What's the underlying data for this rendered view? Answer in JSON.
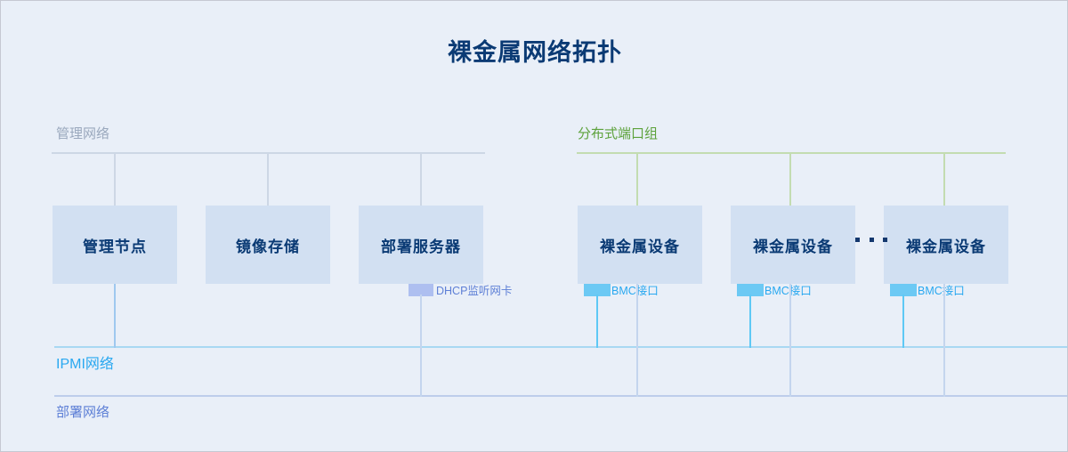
{
  "diagram": {
    "title": "裸金属网络拓扑",
    "zones": {
      "management": "管理网络",
      "distributed_port_group": "分布式端口组",
      "ipmi": "IPMI网络",
      "deployment": "部署网络"
    },
    "nodes": [
      {
        "label": "管理节点",
        "group": "management"
      },
      {
        "label": "镜像存储",
        "group": "management"
      },
      {
        "label": "部署服务器",
        "group": "management"
      },
      {
        "label": "裸金属设备",
        "group": "distributed_port_group"
      },
      {
        "label": "裸金属设备",
        "group": "distributed_port_group"
      },
      {
        "label": "裸金属设备",
        "group": "distributed_port_group"
      }
    ],
    "nics": [
      {
        "label": "DHCP监听网卡",
        "owner": "部署服务器"
      },
      {
        "label": "BMC接口",
        "owner": "裸金属设备"
      },
      {
        "label": "BMC接口",
        "owner": "裸金属设备"
      },
      {
        "label": "BMC接口",
        "owner": "裸金属设备"
      }
    ],
    "continuation_marker": "...",
    "colors": {
      "background": "#e9eff8",
      "title": "#0a3a74",
      "node_fill": "#d2e0f2",
      "node_text": "#0a3a74",
      "management_line": "#cdd7e5",
      "management_label": "#9aa8bd",
      "dpg_line": "#c3dcb1",
      "dpg_label": "#5da23c",
      "ipmi_line": "#a8d8f3",
      "ipmi_label": "#29a8f0",
      "deploy_line": "#bdcdeb",
      "deploy_label": "#5d7fd6",
      "dhcp_chip": "#aebff0",
      "bmc_chip": "#6cc9f4"
    }
  }
}
